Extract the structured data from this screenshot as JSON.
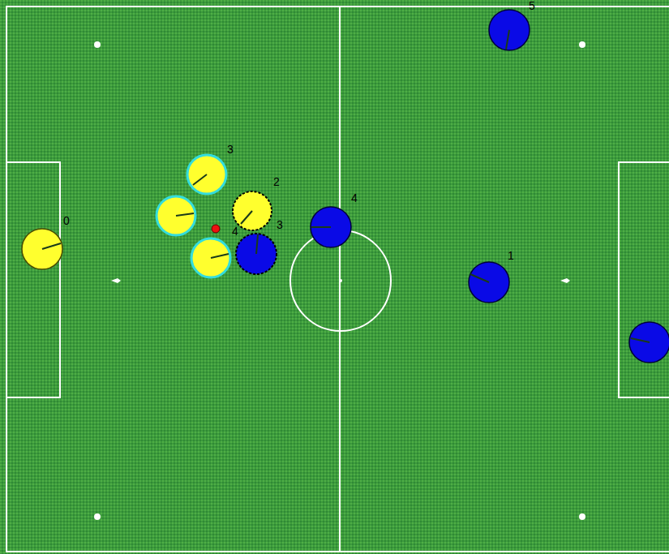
{
  "diagram": {
    "labels": [
      "5",
      "3",
      "2",
      "4",
      "0",
      "3",
      "4",
      "1"
    ]
  }
}
